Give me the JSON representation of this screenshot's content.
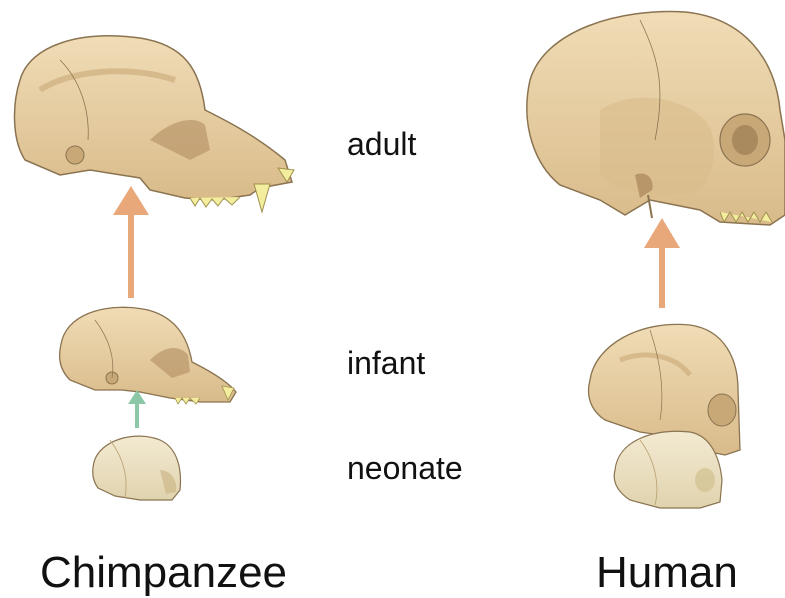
{
  "stages": {
    "adult": "adult",
    "infant": "infant",
    "neonate": "neonate"
  },
  "species": {
    "left": "Chimpanzee",
    "right": "Human"
  },
  "colors": {
    "bone": "#e6cfa6",
    "bone_shadow": "#c9a877",
    "bone_outline": "#8a7350",
    "teeth": "#f3ee9e",
    "arrow_orange": "#e8a87a",
    "arrow_green": "#8cc8a8"
  }
}
